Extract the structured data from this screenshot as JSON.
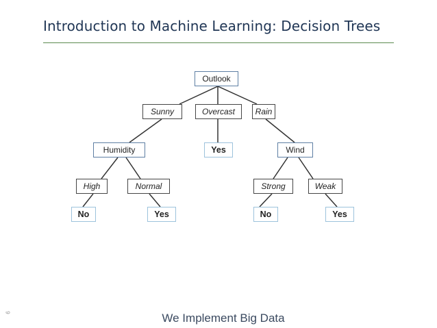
{
  "header": {
    "title": "Introduction to Machine Learning: Decision Trees"
  },
  "tree": {
    "root": "Outlook",
    "outlook_branches": [
      "Sunny",
      "Overcast",
      "Rain"
    ],
    "humidity": "Humidity",
    "humidity_branches": [
      "High",
      "Normal"
    ],
    "humidity_leaves": [
      "No",
      "Yes"
    ],
    "overcast_leaf": "Yes",
    "wind": "Wind",
    "wind_branches": [
      "Strong",
      "Weak"
    ],
    "wind_leaves": [
      "No",
      "Yes"
    ]
  },
  "footer": {
    "tagline": "We Implement Big Data",
    "slide_number": "9"
  },
  "colors": {
    "title": "#1f3554",
    "rule": "#5b8a4e",
    "attribute_border": "#5d7ea3",
    "leaf_border": "#9cc2dc",
    "branch_border": "#444444"
  }
}
